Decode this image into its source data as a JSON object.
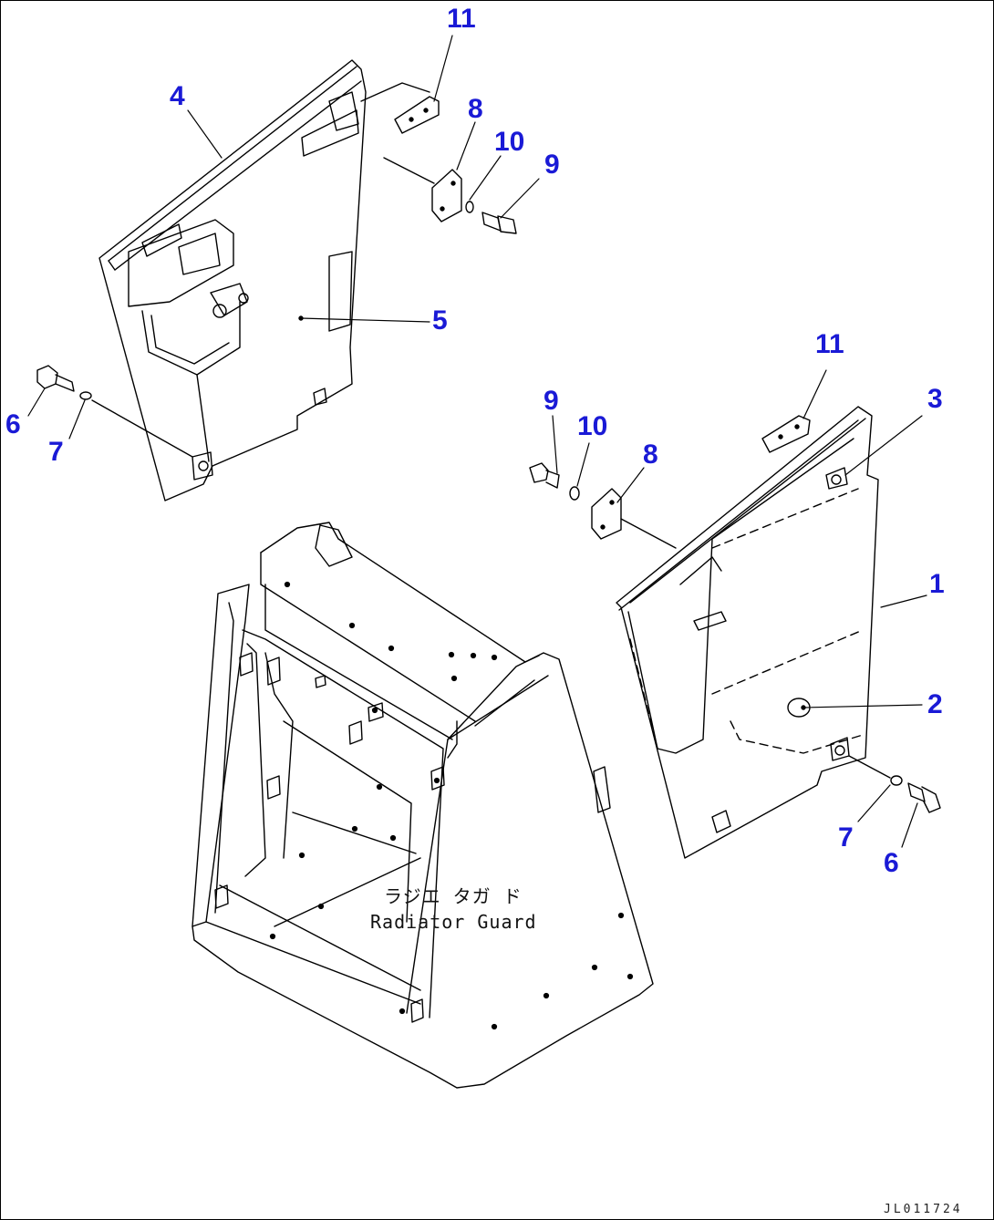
{
  "diagram": {
    "callouts": {
      "n11a": "11",
      "n4": "4",
      "n8a": "8",
      "n10a": "10",
      "n9a": "9",
      "n5": "5",
      "n6a": "6",
      "n7a": "7",
      "n11b": "11",
      "n3": "3",
      "n9b": "9",
      "n10b": "10",
      "n8b": "8",
      "n1": "1",
      "n2": "2",
      "n7b": "7",
      "n6b": "6"
    },
    "guard_label_jp": "ラジエ タガ ド",
    "guard_label_en": "Radiator Guard",
    "drawing_code": "JL011724",
    "callout_color": "#1a1ad6"
  }
}
